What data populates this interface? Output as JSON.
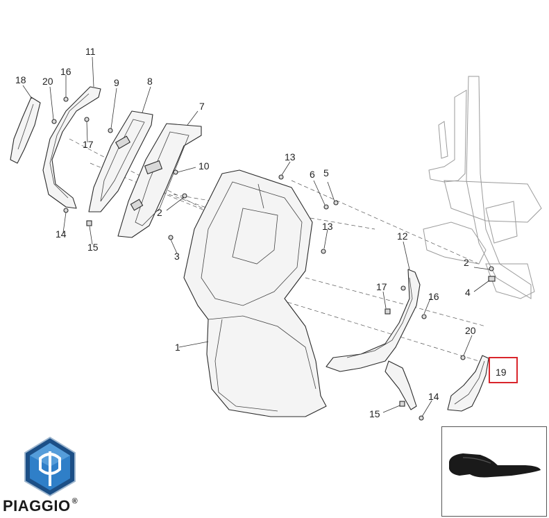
{
  "brand": {
    "name": "PIAGGIO",
    "registered": "®"
  },
  "highlight": {
    "label": "19",
    "color": "#d9252b"
  },
  "labels": {
    "l1": "1",
    "l2a": "2",
    "l2b": "2",
    "l3": "3",
    "l4": "4",
    "l5": "5",
    "l6": "6",
    "l7": "7",
    "l8": "8",
    "l9": "9",
    "l10": "10",
    "l11": "11",
    "l12": "12",
    "l13a": "13",
    "l13b": "13",
    "l14a": "14",
    "l14b": "14",
    "l15a": "15",
    "l15b": "15",
    "l16a": "16",
    "l16b": "16",
    "l17a": "17",
    "l17b": "17",
    "l18": "18",
    "l20a": "20",
    "l20b": "20"
  },
  "colors": {
    "logo_blue": "#2f7fc8",
    "logo_dark": "#1c4f86",
    "part_black": "#1a1a1a"
  }
}
